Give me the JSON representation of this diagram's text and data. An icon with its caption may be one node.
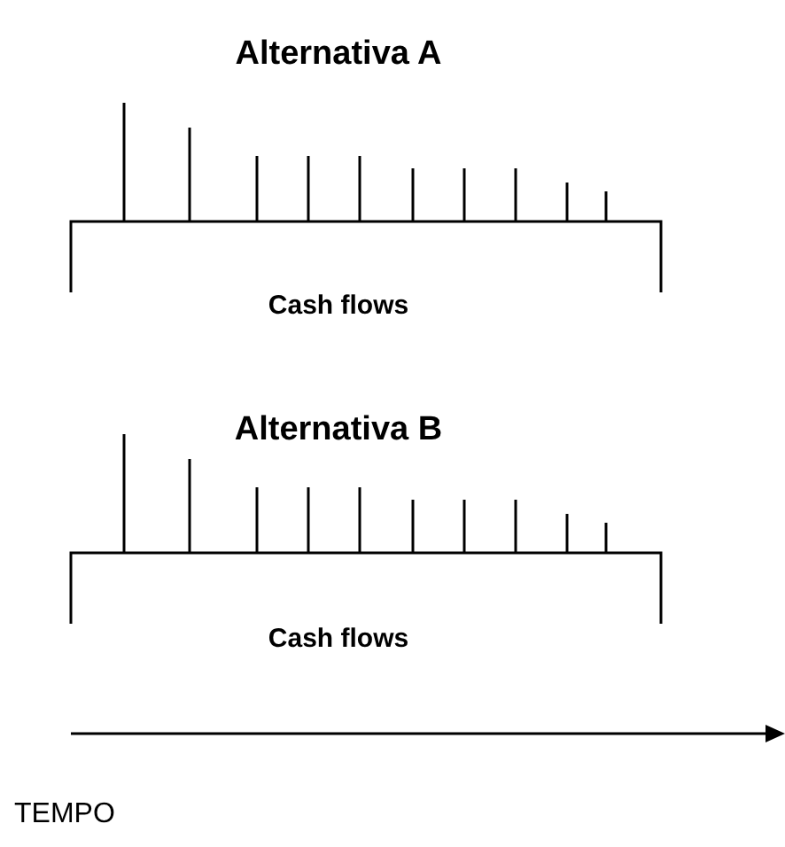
{
  "diagram": {
    "labels": [
      "Alternativa A",
      "Cash flows",
      "Alternativa B",
      "Cash flows",
      "TEMPO"
    ]
  }
}
